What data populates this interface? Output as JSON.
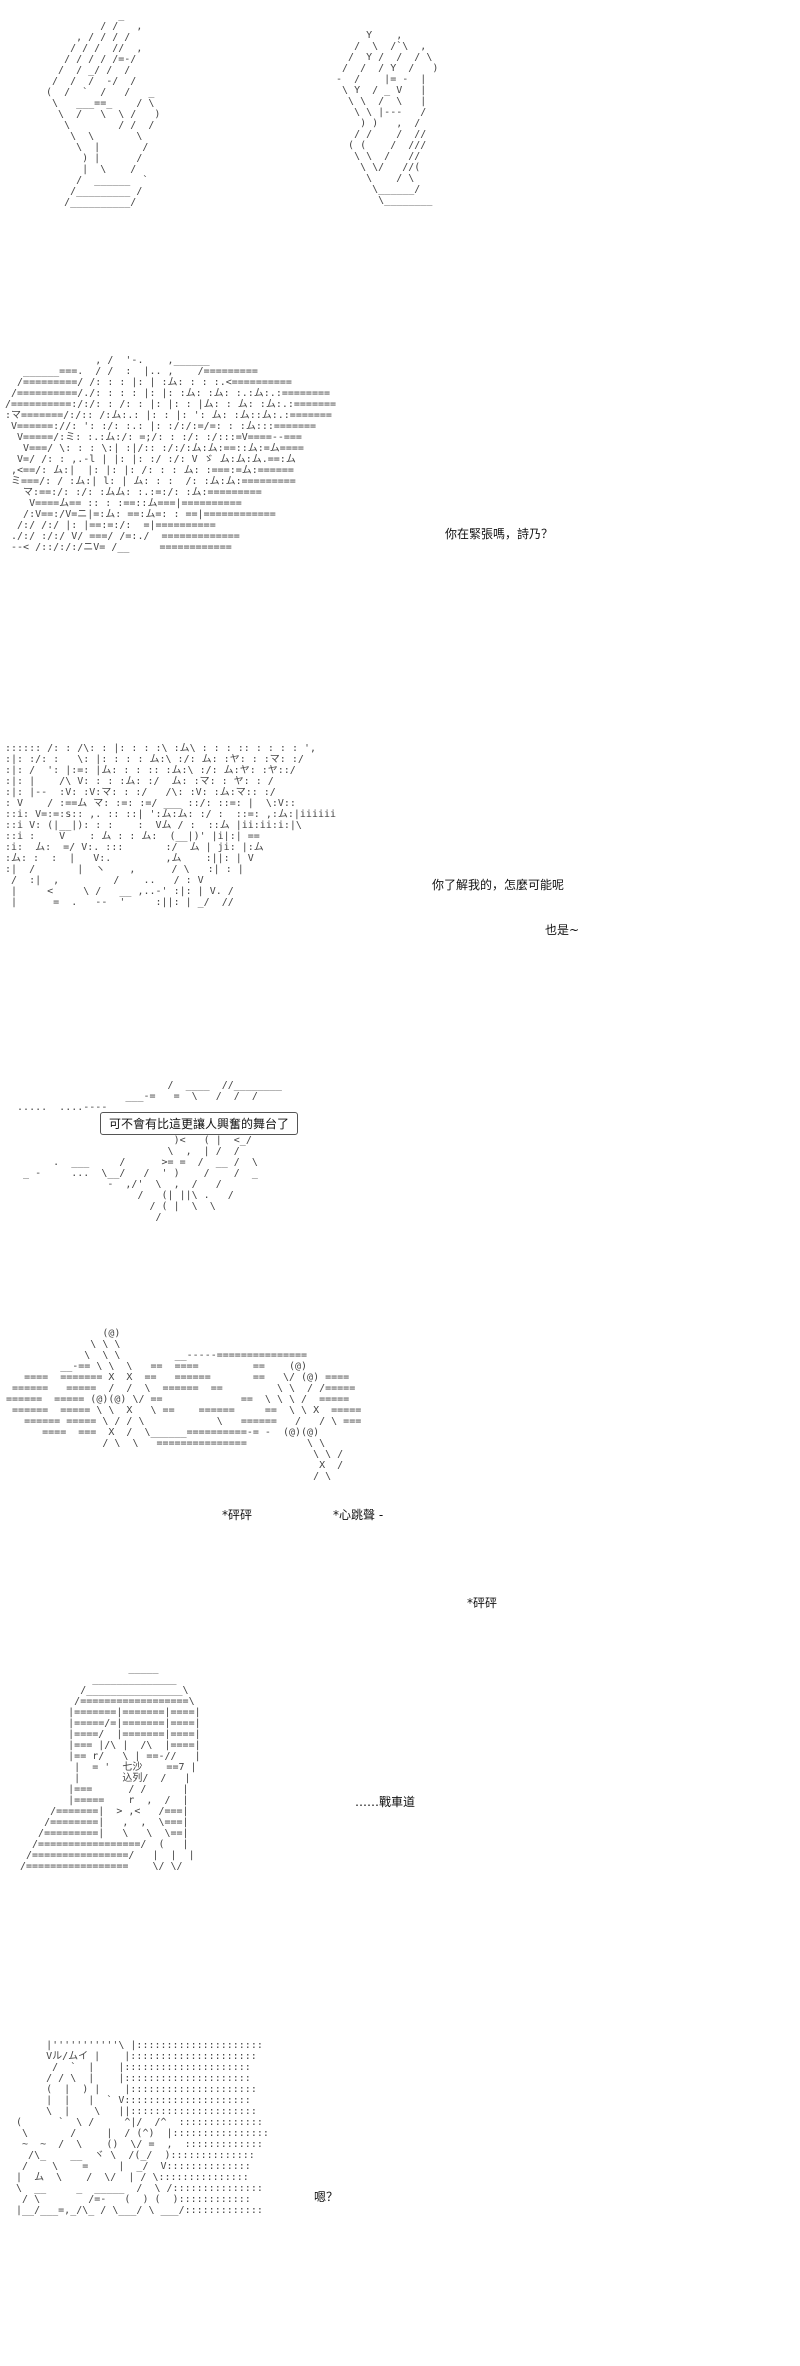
{
  "panels": [
    {
      "id": "hands",
      "dialogue": []
    },
    {
      "id": "girl-1",
      "dialogue": [
        "你在緊張嗎，詩乃？"
      ]
    },
    {
      "id": "girl-2",
      "dialogue": [
        "你了解我的，怎麼可能呢",
        "也是~"
      ]
    },
    {
      "id": "stage",
      "balloon": "可不會有比這更讓人興奮的舞台了"
    },
    {
      "id": "heartbeat",
      "sfx": [
        "*砰砰",
        "*心跳聲 -",
        "*砰砰"
      ]
    },
    {
      "id": "tank-girl",
      "dialogue": [
        "……戰車道"
      ]
    },
    {
      "id": "last",
      "dialogue": [
        "嗯？"
      ]
    }
  ]
}
